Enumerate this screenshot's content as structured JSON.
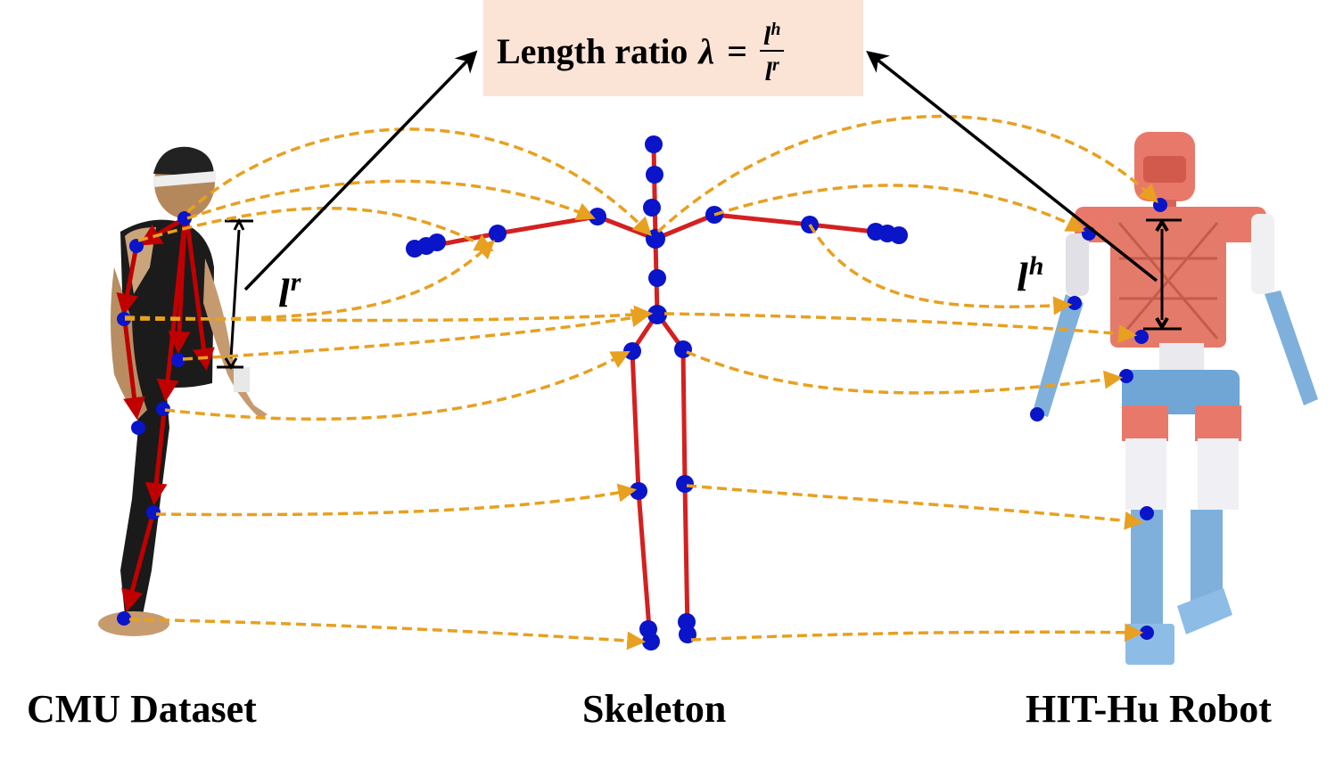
{
  "formula": {
    "prefix": "Length ratio",
    "symbol": "λ",
    "equals": "=",
    "numerator": "l",
    "numerator_sup": "h",
    "denominator": "l",
    "denominator_sup": "r"
  },
  "labels": {
    "human_length": "l",
    "human_length_sup": "r",
    "robot_length": "l",
    "robot_length_sup": "h"
  },
  "captions": {
    "left": "CMU Dataset",
    "center": "Skeleton",
    "right": "HIT-Hu Robot"
  },
  "colors": {
    "joint": "#0a14c8",
    "bone": "#d42020",
    "arrow": "#e8a020",
    "human_bone": "#c00000",
    "formula_bg": "#fbe3d6",
    "robot_red": "#e8796a",
    "robot_blue": "#6fa6d6"
  },
  "icons": [
    "human-figure-icon",
    "skeleton-icon",
    "humanoid-robot-icon"
  ]
}
